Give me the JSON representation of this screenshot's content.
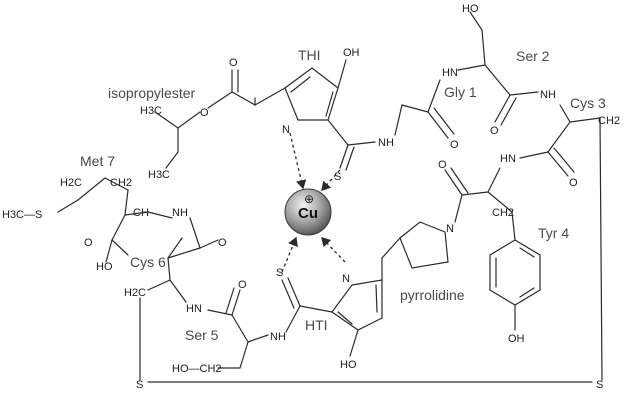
{
  "residues": {
    "gly1": "Gly 1",
    "ser2": "Ser 2",
    "cys3": "Cys 3",
    "tyr4": "Tyr 4",
    "ser5": "Ser 5",
    "cys6": "Cys 6",
    "met7": "Met 7"
  },
  "ligands": {
    "thi": "THI",
    "hti": "HTI",
    "isopropylester": "isopropylester",
    "pyrrolidine": "pyrrolidine"
  },
  "metal": {
    "symbol": "Cu",
    "charge": "⊕"
  },
  "atoms": {
    "ho": "HO",
    "oh": "OH",
    "o": "O",
    "n": "N",
    "nh": "NH",
    "hn": "HN",
    "s": "S",
    "h3c": "H3C",
    "h2c": "H2C",
    "ch2": "CH2",
    "ch": "CH",
    "ho_ch2": "HO—CH2",
    "h3c_s": "H3C—S"
  }
}
